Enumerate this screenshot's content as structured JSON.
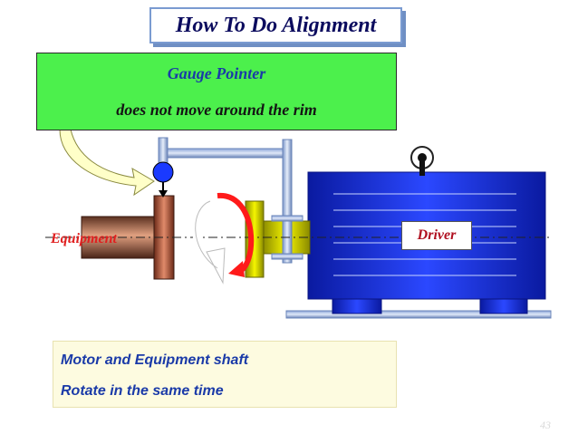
{
  "title": "How To Do Alignment",
  "callout": {
    "line1": "Gauge Pointer",
    "line2": "does not move around the rim"
  },
  "labels": {
    "equipment": "Equipment",
    "driver": "Driver"
  },
  "note": {
    "line1": "Motor and  Equipment shaft",
    "line2": "Rotate in the same time"
  },
  "page_number": "43",
  "colors": {
    "callout_fill": "#4cf04c",
    "motor_blue": "#0f2bd6",
    "coupling_yellow": "#e6e600",
    "hub_brown": "#b0553a",
    "rotation_arrow": "#ff1a1a"
  }
}
